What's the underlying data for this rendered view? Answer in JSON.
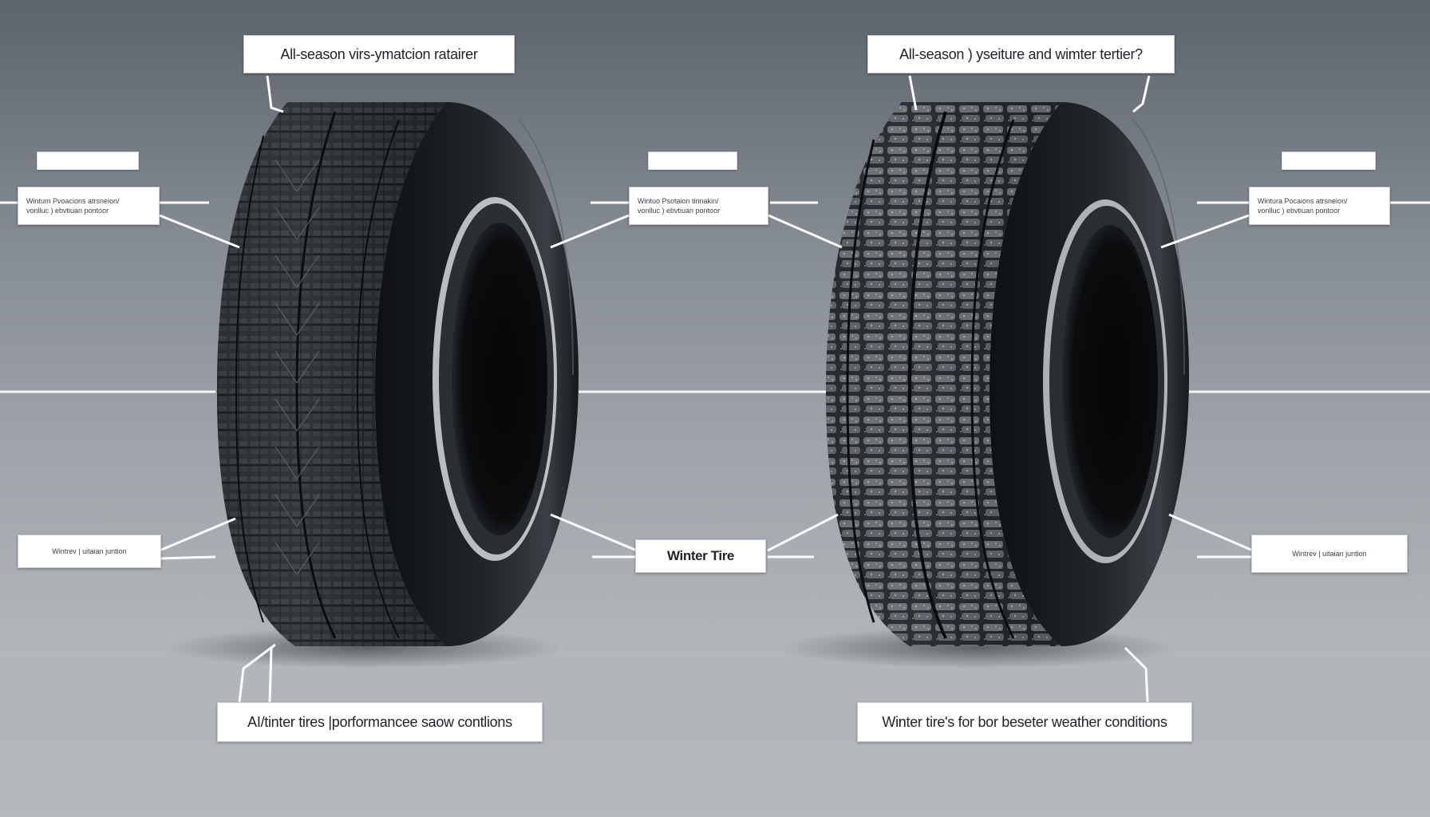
{
  "colors": {
    "background_top": "#5d636b",
    "background_bottom": "#b2b6bb",
    "tire_rubber": "#151719",
    "winter_tread_frost": "#c9ccd0",
    "label_background": "#ffffff",
    "connector_line": "#ffffff"
  },
  "left_tire": {
    "title": "All-season virs-ymatcion ratairer",
    "side_left_top": [
      "Wintum Pvoacions atrsneion/",
      "vonlluc ) ebvtiuan pontoor"
    ],
    "side_right_top": [
      "Wintuo Psotaion tinnakin/",
      "vonlluc ) ebvtiuan pontoor"
    ],
    "side_left_bottom": "Wintrev  |  uitaian juntion",
    "caption": "AI/tinter tires |porformancee saow contlions"
  },
  "right_tire": {
    "title": "All-season ) yseiture and wimter tertier?",
    "center_label": "Winter Tire",
    "side_right_top": [
      "Wintura Pocaions atrsneion/",
      "vonlluc ) ebvtiuan pontoor"
    ],
    "side_right_bottom": "Wintrev  |  uitaian juntion",
    "caption": "Winter tire's for bor beseter weather conditions"
  }
}
